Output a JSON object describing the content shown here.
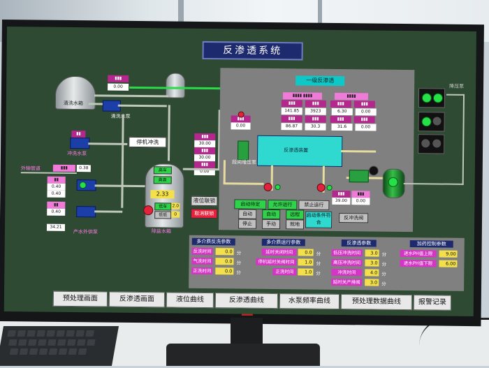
{
  "title": "反渗透系统",
  "ro_panel_title": "一级反渗透",
  "ro_readings": [
    "141.85",
    "31.6",
    "3923",
    "30.3",
    "6.30",
    "0.00",
    "86.87",
    "0.00"
  ],
  "ro_device_label": "反渗透装置",
  "booster_pump_label": "段间增压泵",
  "pump_labels": {
    "clean_pump": "清洗水泵",
    "flush_pump": "冲洗水泵",
    "product_pump": "产水外供泵",
    "clean_tank": "清洗水箱",
    "product_tank": "除盐水箱"
  },
  "clean_tank_text": "清洗水箱",
  "left_pipe_label": "外输管道",
  "left_values": [
    "0.38",
    "0.40",
    "0.40",
    "0.40",
    "34.21"
  ],
  "stop_flush": "停机冲洗",
  "product_tank": {
    "high": "高车",
    "mid": "高高",
    "level": "2.33",
    "low": "低车",
    "lowlow": "低低"
  },
  "product_tank_small": [
    "2.0",
    "0"
  ],
  "interlock_buttons": {
    "level_interlock": "液位联锁",
    "cancel_interlock": "取消联锁"
  },
  "control_buttons": {
    "start_stop": "启动待定",
    "allow_run": "允许运行",
    "forbid_run": "禁止运行",
    "auto": "自动",
    "auto2": "自动",
    "remote": "远程",
    "stop": "停止",
    "manual": "手动",
    "local": "就地"
  },
  "permit": "启动条件符合",
  "wash": "反冲洗阀",
  "right_readings": [
    "39.00",
    "0.00"
  ],
  "param_panel": {
    "multi_wash": {
      "title": "多介质反洗参数",
      "rows": [
        {
          "label": "反洗时间",
          "value": "0.0",
          "unit": "分"
        },
        {
          "label": "气洗时间",
          "value": "0.0",
          "unit": "分"
        },
        {
          "label": "正洗时间",
          "value": "0.0",
          "unit": "分"
        }
      ]
    },
    "multi_run": {
      "title": "多介质运行参数",
      "rows": [
        {
          "label": "延时关闭时间",
          "value": "0.0",
          "unit": "分"
        },
        {
          "label": "停机延时关阀时间",
          "value": "1.0",
          "unit": "分"
        },
        {
          "label": "正洗时间",
          "value": "1.0",
          "unit": "分"
        }
      ]
    },
    "ro_param": {
      "title": "反渗透参数",
      "rows": [
        {
          "label": "低压冲洗时间",
          "value": "3.0",
          "unit": "分"
        },
        {
          "label": "高压冲洗时间",
          "value": "3.0",
          "unit": "分"
        },
        {
          "label": "冲洗时间",
          "value": "4.0",
          "unit": "分"
        },
        {
          "label": "延时关产排阀",
          "value": "3.0",
          "unit": "分"
        }
      ]
    },
    "dosing": {
      "title": "加药控制参数",
      "rows": [
        {
          "label": "进水PH值上限",
          "value": "9.00",
          "unit": ""
        },
        {
          "label": "进水PH值下限",
          "value": "6.00",
          "unit": ""
        }
      ]
    }
  },
  "nav": [
    "预处理画面",
    "反渗透画面",
    "液位曲线",
    "反渗透曲线",
    "水泵频率曲线",
    "预处理数据曲线",
    "报警记录"
  ],
  "right_monitor_label": "降压泵"
}
